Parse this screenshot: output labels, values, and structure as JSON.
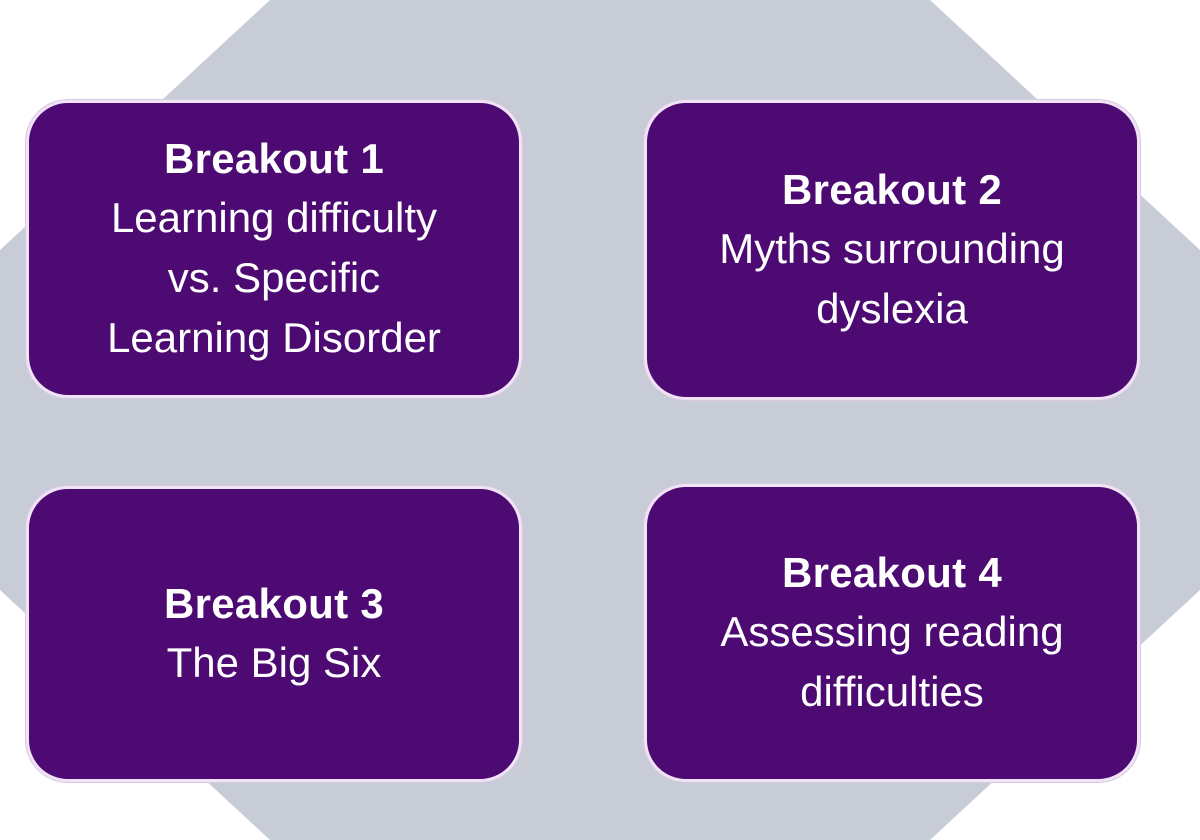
{
  "colors": {
    "box_fill": "#4c0a72",
    "box_border": "#efe3f5",
    "diamond": "#c8ccd6",
    "text": "#ffffff"
  },
  "breakouts": [
    {
      "title": "Breakout 1",
      "description": "Learning difficulty\nvs. Specific\nLearning Disorder"
    },
    {
      "title": "Breakout 2",
      "description": "Myths surrounding\ndyslexia"
    },
    {
      "title": "Breakout 3",
      "description": "The Big Six"
    },
    {
      "title": "Breakout 4",
      "description": "Assessing reading\ndifficulties"
    }
  ]
}
